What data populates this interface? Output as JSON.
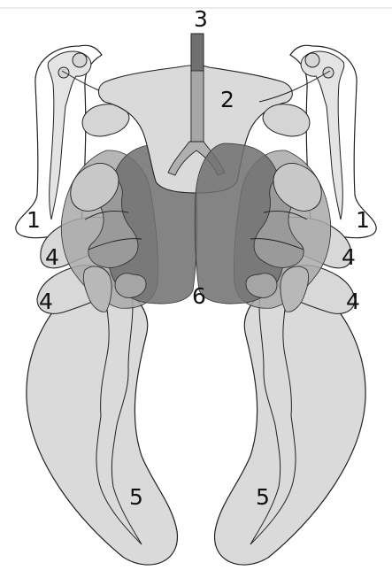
{
  "colors": {
    "light": "#dadada",
    "medium": "#a9a9a9",
    "dark": "#6e6e6e",
    "stroke": "#222222"
  },
  "labels": {
    "n1": "1",
    "n2": "2",
    "n3": "3",
    "n4": "4",
    "n5": "5",
    "n6": "6"
  }
}
